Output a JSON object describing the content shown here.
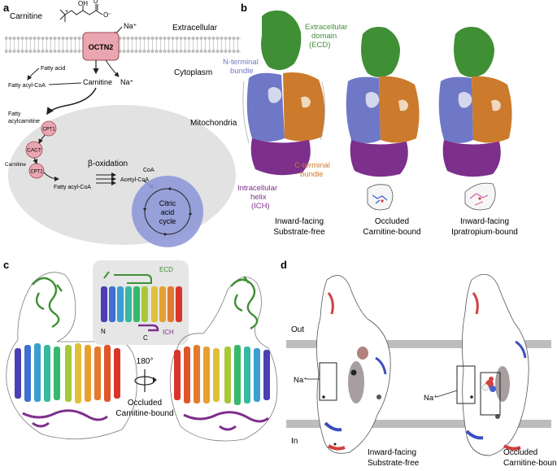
{
  "panels": {
    "a": {
      "label": "a",
      "carnitine_title": "Carnitine",
      "oh": "OH",
      "carboxylate": "O⁻",
      "carbonyl_o": "O",
      "amine_plus": "+",
      "na_in": "Na⁺",
      "extracellular": "Extracellular",
      "cytoplasm": "Cytoplasm",
      "octn2": "OCTN2",
      "fatty_acid": "Fatty acid",
      "fatty_acyl_coa_top": "Fatty acyl-CoA",
      "carnitine_mid": "Carnitine",
      "na_out": "Na⁺",
      "fatty_acylcarnitine_1": "Fatty",
      "fatty_acylcarnitine_2": "acylcarnitine",
      "cpt1": "CPT1",
      "mitochondria": "Mitochondria",
      "cact": "CACT",
      "carnitine_low": "Carnitine",
      "cpt2": "CPT2",
      "beta_oxidation": "β-oxidation",
      "fatty_acyl_coa_low": "Fatty acyl-CoA",
      "acetyl_coa": "Acetyl-CoA",
      "coa": "CoA",
      "citric_1": "Citric",
      "citric_2": "acid",
      "citric_3": "cycle"
    },
    "b": {
      "label": "b",
      "ecd_1": "Extracellular",
      "ecd_2": "domain",
      "ecd_3": "(ECD)",
      "nterm_1": "N-terminal",
      "nterm_2": "bundle",
      "cterm_1": "C-terminal",
      "cterm_2": "bundle",
      "ich_1": "Intracellular",
      "ich_2": "helix",
      "ich_3": "(ICH)",
      "state1_1": "Inward-facing",
      "state1_2": "Substrate-free",
      "state2_1": "Occluded",
      "state2_2": "Carnitine-bound",
      "state3_1": "Inward-facing",
      "state3_2": "Ipratropium-bound"
    },
    "c": {
      "label": "c",
      "topo_ecd": "ECD",
      "topo_ich": "ICH",
      "topo_n": "N",
      "topo_c": "C",
      "rotation": "180°",
      "state_1": "Occluded",
      "state_2": "Carnitine-bound"
    },
    "d": {
      "label": "d",
      "out": "Out",
      "in": "In",
      "na_left": "Na⁺",
      "na_right": "Na⁺",
      "state1_1": "Inward-facing",
      "state1_2": "Substrate-free",
      "state2_1": "Occluded",
      "state2_2": "Carnitine-bound"
    }
  },
  "colors": {
    "ecd_green": "#3f8f35",
    "nterm_blue": "#6f78c6",
    "cterm_orange": "#cc7a2c",
    "ich_purple": "#7d2f8c",
    "enzyme_pink": "#eaa6b0",
    "mito_gray": "#e2e2e2",
    "tca_blue": "#8f99d8",
    "membrane_gray": "#bdbdbd"
  }
}
